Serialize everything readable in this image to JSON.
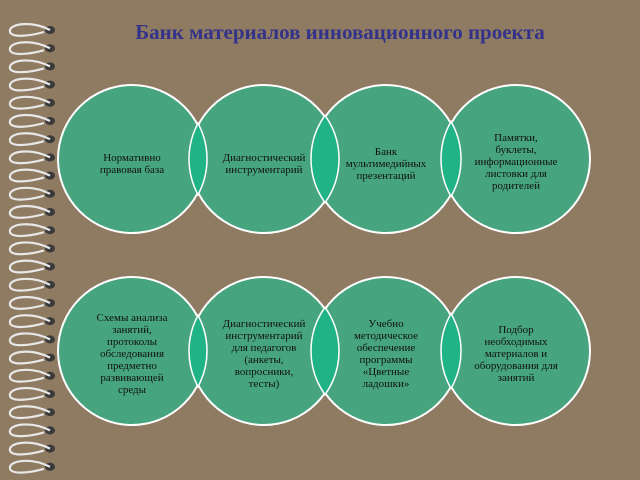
{
  "title": "Банк материалов инновационного проекта",
  "row1": [
    {
      "label": "Нормативно\nправовая база"
    },
    {
      "label": "Диагностический\nинструментарий"
    },
    {
      "label": "Банк\nмультимедийных\nпрезентаций"
    },
    {
      "label": "Памятки,\nбуклеты,\nинформационные\nлистовки для\nродителей"
    }
  ],
  "row2": [
    {
      "label": "Схемы анализа\nзанятий,\nпротоколы\nобследования\nпредметно\nразвивающей\nсреды"
    },
    {
      "label": "Диагностический\nинструментарий\nдля педагогов\n(анкеты,\nвопросники,\nтесты)"
    },
    {
      "label": "Учебно\nметодическое\nобеспечение\nпрограммы\n«Цветные\nладошки»"
    },
    {
      "label": "Подбор\nнеобходимых\nматериалов и\nоборудования для\nзанятий"
    }
  ],
  "colors": {
    "background": "#8f7a62",
    "circle": "#46a57f",
    "overlap": "#1fb386",
    "title": "#33338a"
  }
}
